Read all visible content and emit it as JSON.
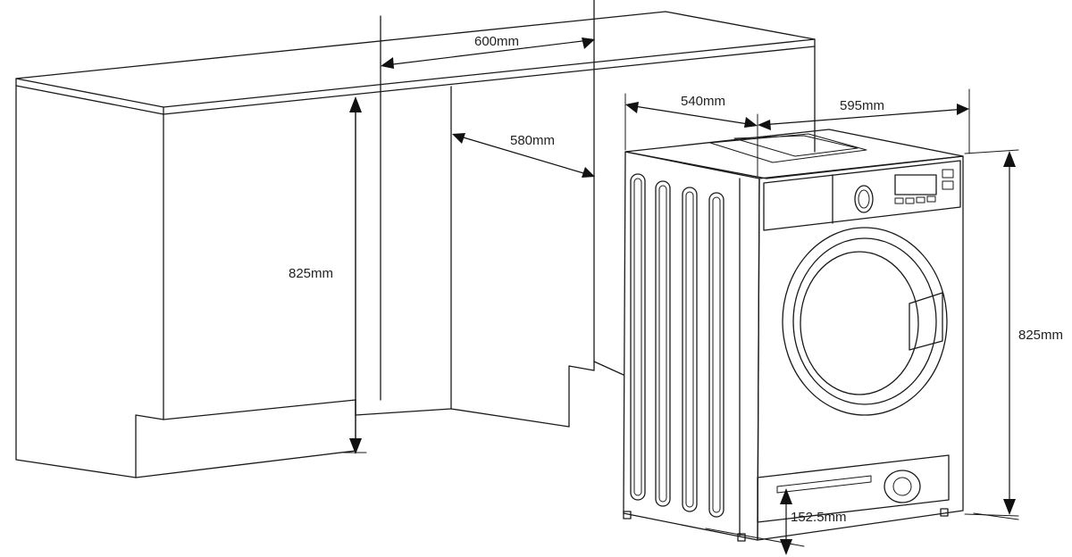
{
  "dimensions": {
    "opening_width": "600mm",
    "opening_depth": "580mm",
    "opening_height": "825mm",
    "machine_depth": "540mm",
    "machine_width": "595mm",
    "machine_height": "825mm",
    "plinth_height": "152.5mm"
  }
}
